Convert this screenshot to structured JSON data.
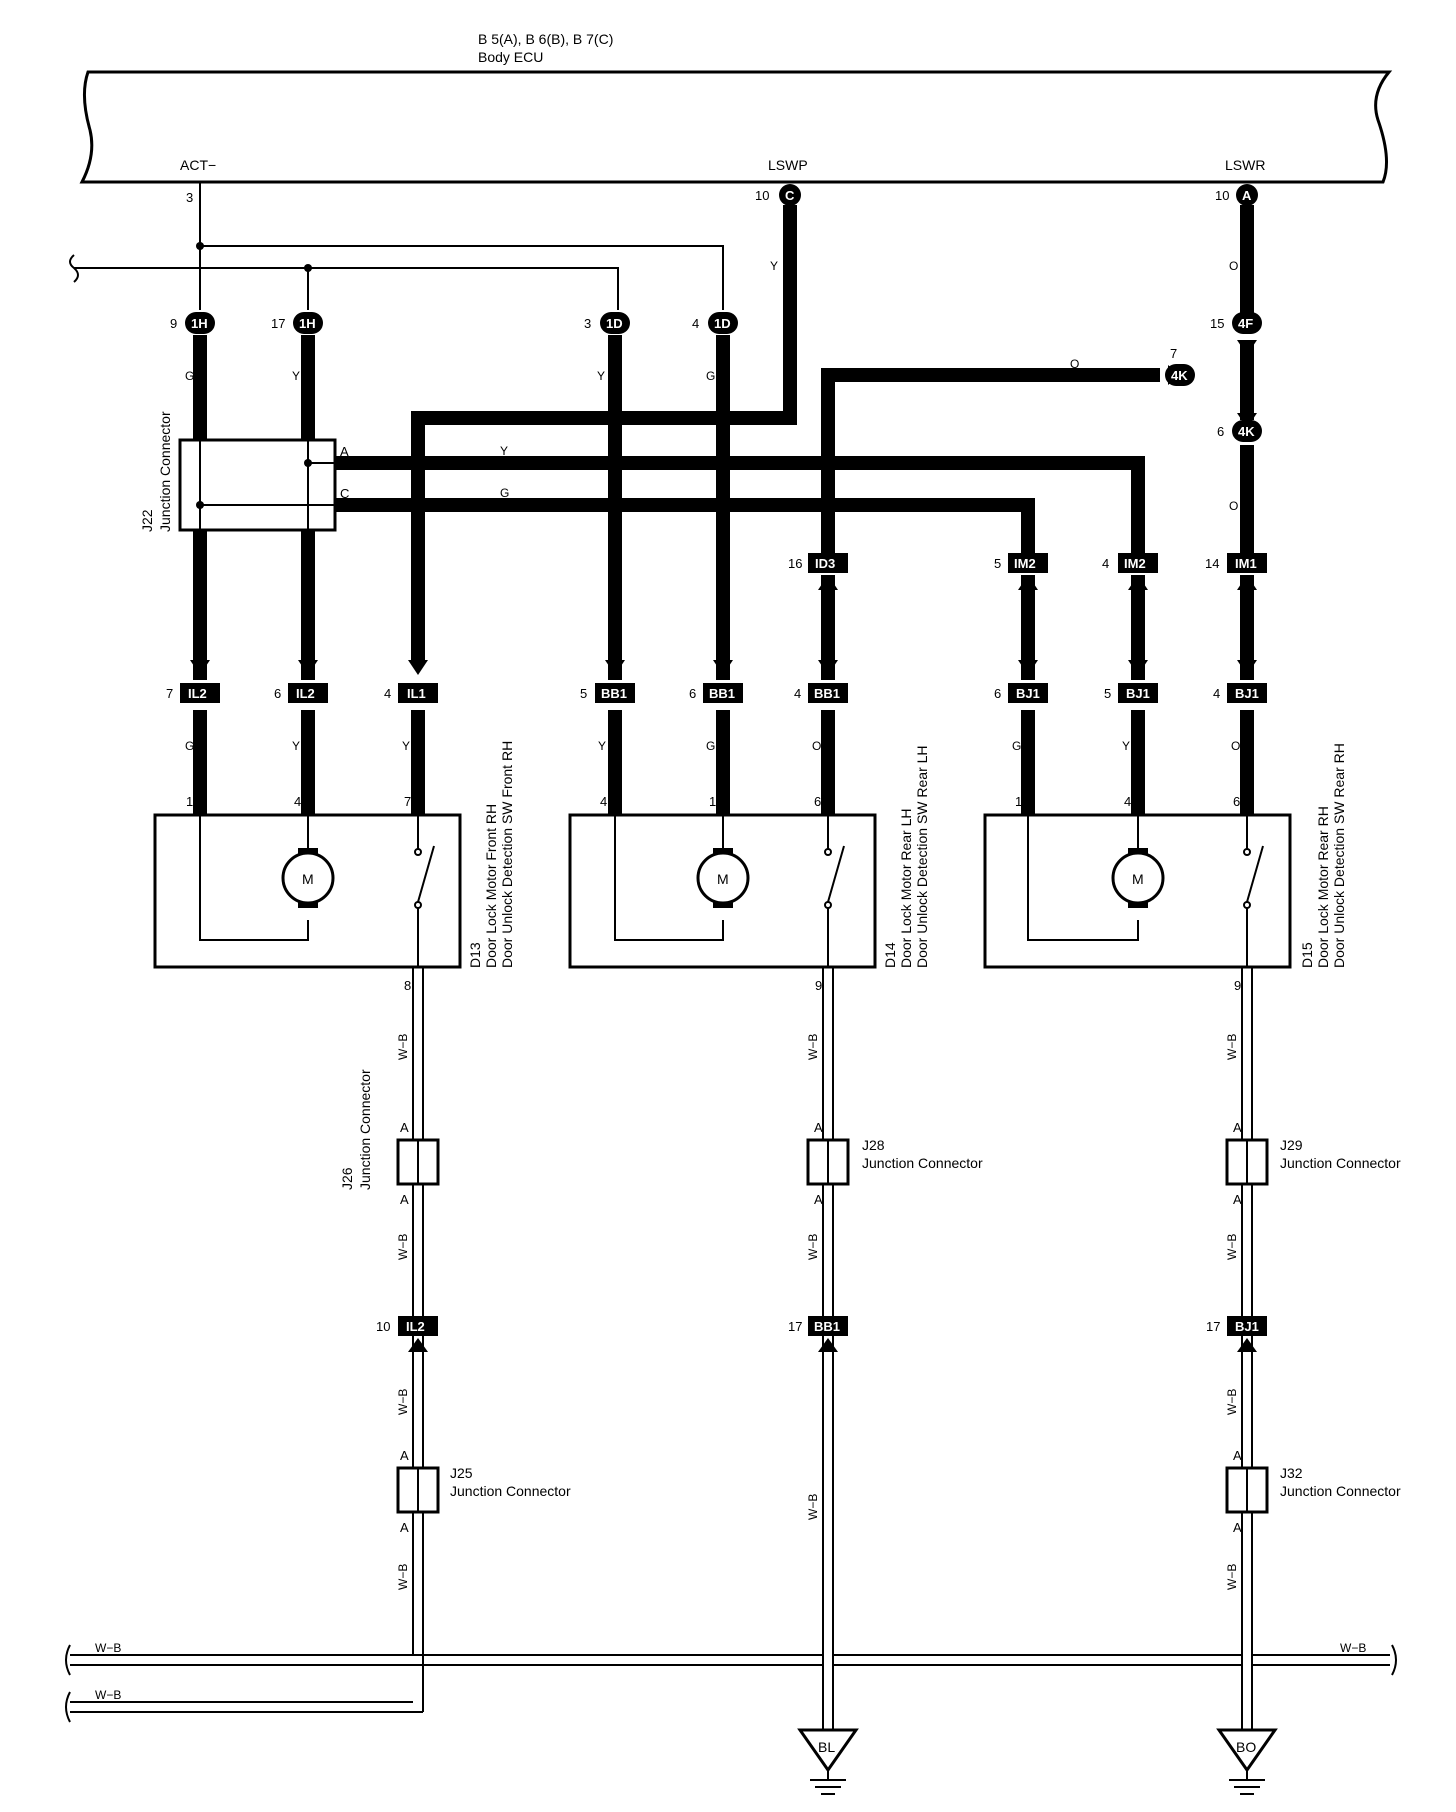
{
  "ecu": {
    "title_line1": "B 5(A), B 6(B), B 7(C)",
    "title_line2": "Body ECU",
    "terminals": [
      {
        "name": "ACT−",
        "pin": "3",
        "connector": ""
      },
      {
        "name": "LSWP",
        "pin": "10",
        "connector": "C"
      },
      {
        "name": "LSWR",
        "pin": "10",
        "connector": "A"
      }
    ]
  },
  "top_connectors": [
    {
      "id": "1H",
      "pin": "9",
      "wire": "G"
    },
    {
      "id": "1H",
      "pin": "17",
      "wire": "Y"
    },
    {
      "id": "1D",
      "pin": "3",
      "wire": "Y"
    },
    {
      "id": "1D",
      "pin": "4",
      "wire": "G"
    },
    {
      "id": "4F",
      "pin": "15",
      "wire": "O"
    },
    {
      "id": "4K",
      "pin": "7",
      "wire": "O"
    },
    {
      "id": "4K",
      "pin": "6",
      "wire": "O"
    }
  ],
  "junction_j22": {
    "id": "J22",
    "name": "Junction Connector",
    "pins": [
      "A",
      "C"
    ],
    "wires": {
      "a": "Y",
      "c": "G"
    }
  },
  "ecu_wire": {
    "lswp": "Y",
    "lswr": "O"
  },
  "middle_connectors": [
    {
      "id": "ID3",
      "pin": "16"
    },
    {
      "id": "IM2",
      "pin": "5"
    },
    {
      "id": "IM2",
      "pin": "4"
    },
    {
      "id": "IM1",
      "pin": "14"
    }
  ],
  "lower_connectors": [
    {
      "id": "IL2",
      "pin": "7",
      "wire": "G"
    },
    {
      "id": "IL2",
      "pin": "6",
      "wire": "Y"
    },
    {
      "id": "IL1",
      "pin": "4",
      "wire": "Y"
    },
    {
      "id": "BB1",
      "pin": "5",
      "wire": "Y"
    },
    {
      "id": "BB1",
      "pin": "6",
      "wire": "G"
    },
    {
      "id": "BB1",
      "pin": "4",
      "wire": "O"
    },
    {
      "id": "BJ1",
      "pin": "6",
      "wire": "G"
    },
    {
      "id": "BJ1",
      "pin": "5",
      "wire": "Y"
    },
    {
      "id": "BJ1",
      "pin": "4",
      "wire": "O"
    }
  ],
  "motors": [
    {
      "id": "D13",
      "line1": "Door Lock Motor Front RH",
      "line2": "Door Unlock Detection SW Front RH",
      "pins": [
        "1",
        "4",
        "7"
      ],
      "ground_pin": "8",
      "motor_symbol": "M"
    },
    {
      "id": "D14",
      "line1": "Door Lock Motor Rear LH",
      "line2": "Door Unlock Detection SW Rear LH",
      "pins": [
        "4",
        "1",
        "6"
      ],
      "ground_pin": "9",
      "motor_symbol": "M"
    },
    {
      "id": "D15",
      "line1": "Door Lock Motor Rear RH",
      "line2": "Door Unlock Detection SW Rear RH",
      "pins": [
        "1",
        "4",
        "6"
      ],
      "ground_pin": "9",
      "motor_symbol": "M"
    }
  ],
  "ground_wire": "W−B",
  "junctions_lower": [
    {
      "id": "J26",
      "name": "Junction Connector",
      "pin": "A"
    },
    {
      "id": "J28",
      "name": "Junction Connector",
      "pin": "A"
    },
    {
      "id": "J29",
      "name": "Junction Connector",
      "pin": "A"
    },
    {
      "id": "J25",
      "name": "Junction Connector",
      "pin": "A"
    },
    {
      "id": "J32",
      "name": "Junction Connector",
      "pin": "A"
    }
  ],
  "ground_connectors": [
    {
      "id": "IL2",
      "pin": "10"
    },
    {
      "id": "BB1",
      "pin": "17"
    },
    {
      "id": "BJ1",
      "pin": "17"
    }
  ],
  "grounds": [
    {
      "id": "BL"
    },
    {
      "id": "BO"
    }
  ]
}
